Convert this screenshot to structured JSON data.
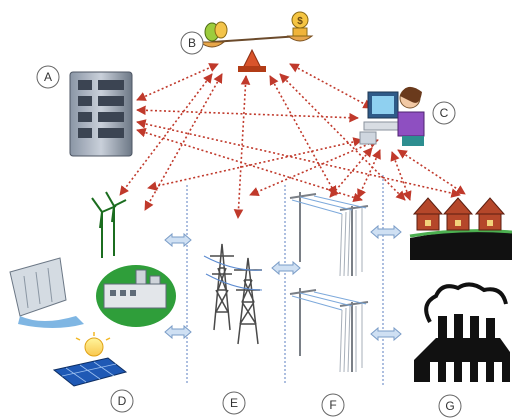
{
  "labels": {
    "a": "A",
    "b": "B",
    "c": "C",
    "d": "D",
    "e": "E",
    "f": "F",
    "g": "G"
  },
  "colors": {
    "dotted_arrow": "#c0392b",
    "flow_arrow_fill": "#cfe0f3",
    "flow_arrow_stroke": "#7a9cc7",
    "divider": "#5b7fc0",
    "label_circle": "#666666"
  },
  "icons": {
    "a": "server-icon",
    "b": "balance-scale-icon",
    "c": "computer-user-icon",
    "d": [
      "wind-turbine-icon",
      "hydro-dam-icon",
      "power-plant-icon",
      "solar-panel-icon"
    ],
    "e": "transmission-tower-icon",
    "f": "distribution-pole-icon",
    "g": [
      "houses-icon",
      "factory-icon"
    ]
  }
}
